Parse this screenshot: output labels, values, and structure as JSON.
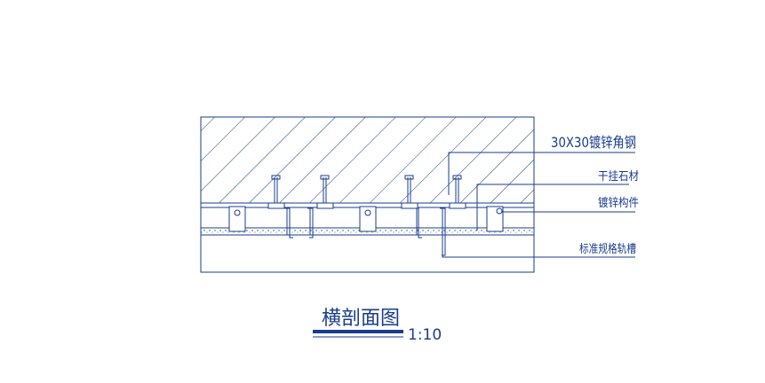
{
  "drawing": {
    "title": "横剖面图",
    "scale": "1:10",
    "line_color": "#1a3c8c",
    "labels": {
      "angle_steel": "30X30镀锌角钢",
      "dry_hung_stone": "干挂石材",
      "galvanized_part": "镀锌构件",
      "standard_rail": "标准规格轨槽"
    }
  }
}
